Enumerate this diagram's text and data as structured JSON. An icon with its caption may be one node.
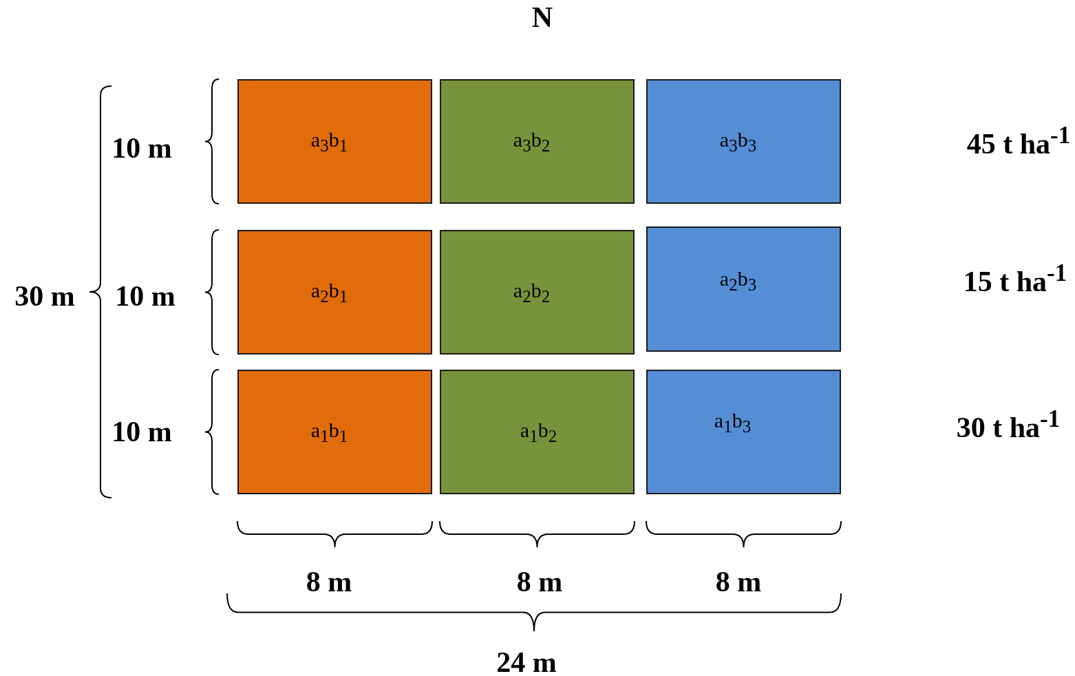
{
  "diagram": {
    "nodes": [
      {
        "text": [
          "a$_{3}$b$_{1}$"
        ]
      },
      {
        "text": [
          "a$_{3}$b$_{2}$"
        ]
      },
      {
        "text": [
          "a$_{3}$b$_{3}$"
        ]
      },
      {
        "text": [
          "a$_{2}$b$_{1}$"
        ]
      },
      {
        "text": [
          "a$_{2}$b$_{2}$"
        ]
      },
      {
        "text": [
          "a$_{2}$b$_{3}$"
        ]
      },
      {
        "text": [
          "a$_{1}$b$_{1}$"
        ]
      },
      {
        "text": [
          "a$_{1}$b$_{2}$"
        ]
      },
      {
        "text": [
          "a$_{1}$b$_{3}$"
        ]
      }
    ],
    "labels": [
      "N",
      "10 m",
      "45 t ha$^{-1}$",
      "30 m",
      "10 m",
      "15 t ha$^{-1}$",
      "10 m",
      "30 t ha$^{-1}$",
      "8 m",
      "8 m",
      "8 m",
      "24 m"
    ]
  }
}
